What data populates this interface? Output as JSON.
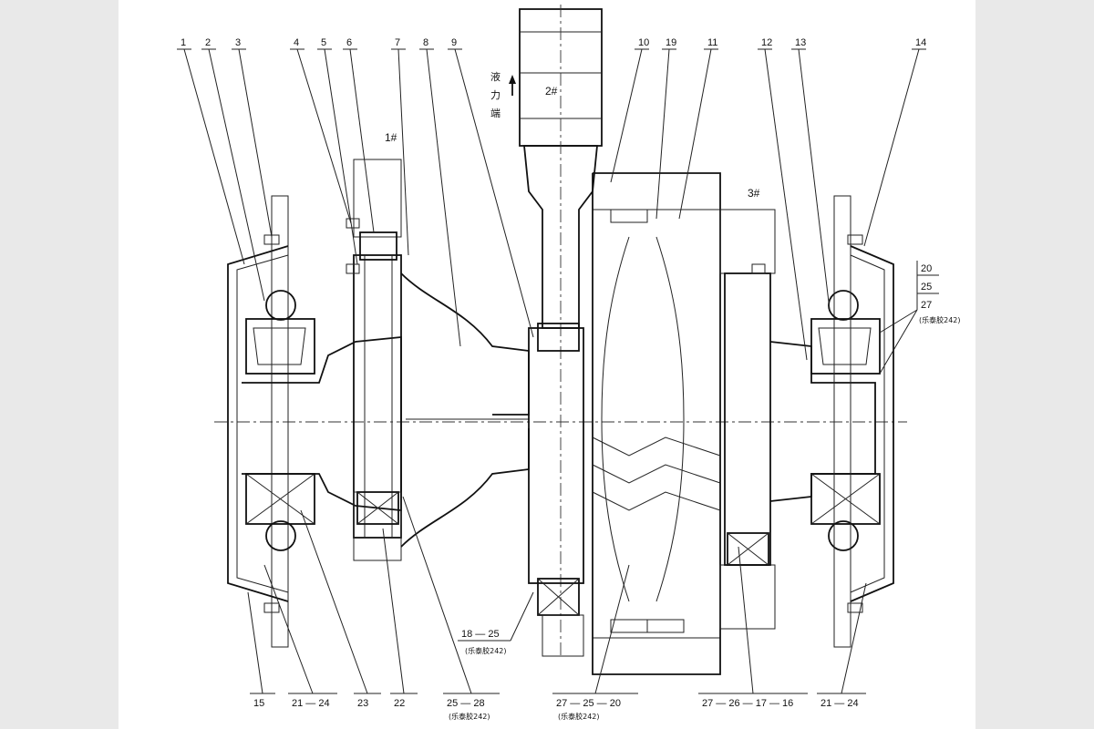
{
  "parts_top": [
    "1",
    "2",
    "3",
    "4",
    "5",
    "6",
    "7",
    "8",
    "9",
    "10",
    "19",
    "11",
    "12",
    "13",
    "14"
  ],
  "parts_bottom": [
    "15",
    "21 — 24",
    "23",
    "22",
    "25 — 28",
    "27 — 25 — 20",
    "27 — 26 — 17 — 16",
    "21 — 24"
  ],
  "glue_note": "(乐泰胶242)",
  "label_18_25": "18 — 25",
  "stack_right": [
    "20",
    "25",
    "27"
  ],
  "shaft_labels": {
    "s1": "1#",
    "s2": "2#",
    "s3": "3#"
  },
  "direction_text": [
    "液",
    "力",
    "端"
  ]
}
